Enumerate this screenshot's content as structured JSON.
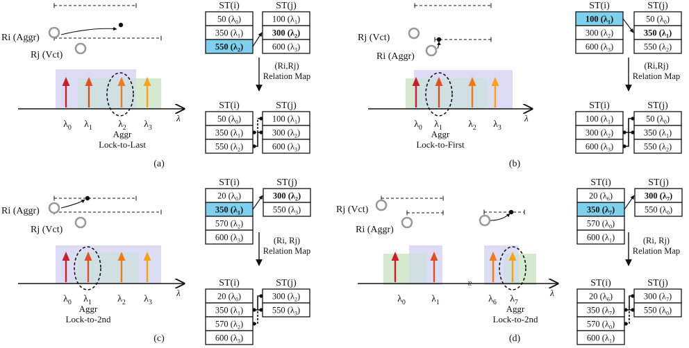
{
  "colors": {
    "highlight": "#7fd0ec",
    "grey_text": "#9a9a9a",
    "band_blue": "#dcdcf4",
    "band_green": "#d4e9cf",
    "band_overlap": "#cfdfe2",
    "arrow_0": "#c8202a",
    "arrow_1": "#dd5024",
    "arrow_2": "#ee7a1e",
    "arrow_3": "#f7a21a",
    "node_stroke": "#999999"
  },
  "st_i_header": "ST(i)",
  "st_j_header": "ST(j)",
  "relation_map": [
    "(Ri,Rj)",
    "Relation Map"
  ],
  "relation_map_spaced": [
    "(Ri, Rj)",
    "Relation Map"
  ],
  "axis_lambda": "λ",
  "panels": [
    {
      "label": "(a)",
      "caption": [
        "Aggr",
        "Lock-to-Last"
      ],
      "nodes": [
        {
          "label": "Ri (Aggr)"
        },
        {
          "label": "Rj (Vct)"
        }
      ],
      "wavelengths": [
        {
          "base": "λ",
          "sub": "0"
        },
        {
          "base": "λ",
          "sub": "1"
        },
        {
          "base": "λ",
          "sub": "2"
        },
        {
          "base": "λ",
          "sub": "3"
        }
      ],
      "top_table": {
        "i": [
          {
            "value": "50",
            "sub": "0",
            "style": "normal"
          },
          {
            "value": "350",
            "sub": "1",
            "style": "normal"
          },
          {
            "value": "550",
            "sub": "2",
            "style": "highlight"
          }
        ],
        "j": [
          {
            "value": "100",
            "sub": "1",
            "style": "normal"
          },
          {
            "value": "300",
            "sub": "2",
            "style": "grey"
          },
          {
            "value": "600",
            "sub": "3",
            "style": "normal"
          }
        ]
      },
      "bottom_table": {
        "i": [
          {
            "value": "50",
            "sub": "0"
          },
          {
            "value": "350",
            "sub": "1"
          },
          {
            "value": "550",
            "sub": "2"
          }
        ],
        "j": [
          {
            "value": "100",
            "sub": "1"
          },
          {
            "value": "300",
            "sub": "2"
          },
          {
            "value": "600",
            "sub": "3"
          }
        ]
      }
    },
    {
      "label": "(b)",
      "caption": [
        "Aggr",
        "Lock-to-First"
      ],
      "nodes": [
        {
          "label": "Rj (Vct)"
        },
        {
          "label": "Ri (Aggr)"
        }
      ],
      "wavelengths": [
        {
          "base": "λ",
          "sub": "0"
        },
        {
          "base": "λ",
          "sub": "1"
        },
        {
          "base": "λ",
          "sub": "2"
        },
        {
          "base": "λ",
          "sub": "3"
        }
      ],
      "top_table": {
        "i": [
          {
            "value": "100",
            "sub": "1",
            "style": "highlight"
          },
          {
            "value": "300",
            "sub": "2",
            "style": "normal"
          },
          {
            "value": "600",
            "sub": "3",
            "style": "normal"
          }
        ],
        "j": [
          {
            "value": "50",
            "sub": "0",
            "style": "normal"
          },
          {
            "value": "350",
            "sub": "1",
            "style": "grey"
          },
          {
            "value": "550",
            "sub": "2",
            "style": "normal"
          }
        ]
      },
      "bottom_table": {
        "i": [
          {
            "value": "100",
            "sub": "1"
          },
          {
            "value": "300",
            "sub": "2"
          },
          {
            "value": "600",
            "sub": "3"
          }
        ],
        "j": [
          {
            "value": "50",
            "sub": "0"
          },
          {
            "value": "350",
            "sub": "1"
          },
          {
            "value": "550",
            "sub": "2"
          }
        ]
      }
    },
    {
      "label": "(c)",
      "caption": [
        "Aggr",
        "Lock-to-2nd"
      ],
      "nodes": [
        {
          "label": "Ri (Aggr)"
        },
        {
          "label": "Rj (Vct)"
        }
      ],
      "wavelengths": [
        {
          "base": "λ",
          "sub": "0"
        },
        {
          "base": "λ",
          "sub": "1"
        },
        {
          "base": "λ",
          "sub": "2"
        },
        {
          "base": "λ",
          "sub": "3"
        }
      ],
      "top_table": {
        "i": [
          {
            "value": "20",
            "sub": "0",
            "style": "normal"
          },
          {
            "value": "350",
            "sub": "1",
            "style": "highlight"
          },
          {
            "value": "570",
            "sub": "2",
            "style": "normal"
          },
          {
            "value": "600",
            "sub": "3",
            "style": "normal"
          }
        ],
        "j": [
          {
            "value": "300",
            "sub": "2",
            "style": "grey"
          },
          {
            "value": "550",
            "sub": "3",
            "style": "normal"
          }
        ]
      },
      "bottom_table": {
        "i": [
          {
            "value": "20",
            "sub": "0"
          },
          {
            "value": "350",
            "sub": "1"
          },
          {
            "value": "570",
            "sub": "2"
          },
          {
            "value": "600",
            "sub": "3"
          }
        ],
        "j": [
          {
            "value": "300",
            "sub": "2"
          },
          {
            "value": "550",
            "sub": "3"
          }
        ]
      }
    },
    {
      "label": "(d)",
      "caption": [
        "Aggr",
        "Lock-to-2nd"
      ],
      "nodes": [
        {
          "label": "Rj (Vct)"
        },
        {
          "label": "Ri (Aggr)"
        }
      ],
      "wavelengths": [
        {
          "base": "λ",
          "sub": "0"
        },
        {
          "base": "λ",
          "sub": "1"
        },
        {
          "base": "λ",
          "sub": "6"
        },
        {
          "base": "λ",
          "sub": "7"
        }
      ],
      "top_table": {
        "i": [
          {
            "value": "20",
            "sub": "6",
            "style": "normal"
          },
          {
            "value": "350",
            "sub": "7",
            "style": "highlight"
          },
          {
            "value": "570",
            "sub": "0",
            "style": "normal"
          },
          {
            "value": "600",
            "sub": "1",
            "style": "normal"
          }
        ],
        "j": [
          {
            "value": "300",
            "sub": "7",
            "style": "grey"
          },
          {
            "value": "550",
            "sub": "0",
            "style": "normal"
          }
        ]
      },
      "bottom_table": {
        "i": [
          {
            "value": "20",
            "sub": "6"
          },
          {
            "value": "350",
            "sub": "7"
          },
          {
            "value": "570",
            "sub": "0"
          },
          {
            "value": "600",
            "sub": "1"
          }
        ],
        "j": [
          {
            "value": "300",
            "sub": "7"
          },
          {
            "value": "550",
            "sub": "0"
          }
        ]
      }
    }
  ]
}
